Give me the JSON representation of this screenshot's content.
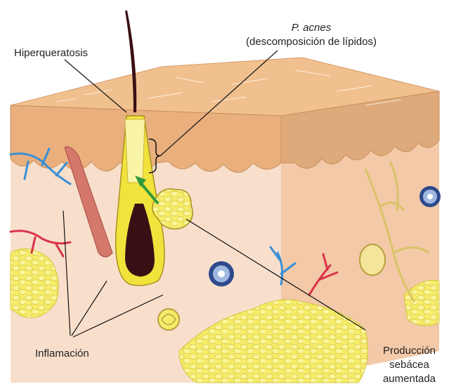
{
  "labels": {
    "hyperkeratosis": "Hiperqueratosis",
    "p_acnes_name": "P. acnes",
    "p_acnes_desc": "(descomposición de lípidos)",
    "inflammation": "Inflamación",
    "sebum_line1": "Producción",
    "sebum_line2": "sebácea",
    "sebum_line3": "aumentada"
  },
  "colors": {
    "skin_top": "#f0c08e",
    "skin_dermis": "#f8dfcc",
    "skin_side": "#f3c9a8",
    "fat_yellow": "#f6ec6a",
    "hair_dark": "#3a0f14",
    "follicle_yellow": "#f2e23c",
    "vessel_blue": "#3a8fd6",
    "vessel_red": "#d9334a",
    "muscle": "#d3786a",
    "arrow_green": "#2e9a3a",
    "leader_line": "#111111"
  }
}
